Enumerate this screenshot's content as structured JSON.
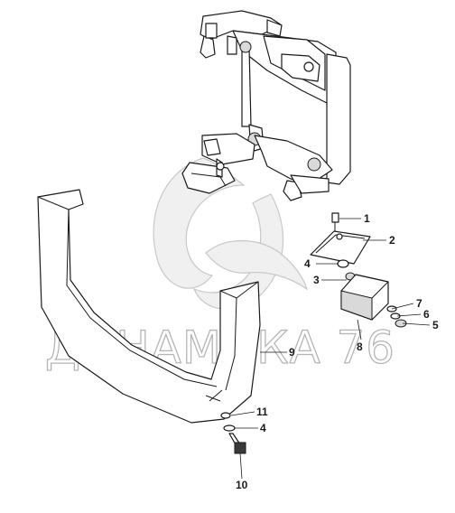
{
  "watermark": {
    "text": "ДИНАМИКА 76"
  },
  "callouts": [
    {
      "id": "c1",
      "label": "1"
    },
    {
      "id": "c2",
      "label": "2"
    },
    {
      "id": "c3",
      "label": "3"
    },
    {
      "id": "c4a",
      "label": "4"
    },
    {
      "id": "c5",
      "label": "5"
    },
    {
      "id": "c6",
      "label": "6"
    },
    {
      "id": "c7",
      "label": "7"
    },
    {
      "id": "c8",
      "label": "8"
    },
    {
      "id": "c9",
      "label": "9"
    },
    {
      "id": "c10",
      "label": "10"
    },
    {
      "id": "c11",
      "label": "11"
    },
    {
      "id": "c4b",
      "label": "4"
    }
  ]
}
